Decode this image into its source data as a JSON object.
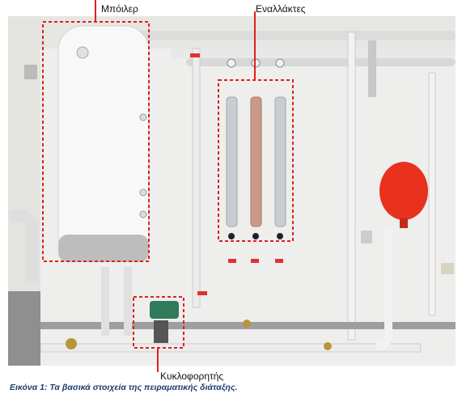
{
  "labels": {
    "boiler": "Μπόιλερ",
    "heat_exchangers": "Εναλλάκτες",
    "pump": "Κυκλοφορητής"
  },
  "caption": "Εικόνα 1: Τα βασικά στοιχεία της πειραματικής διάταξης.",
  "colors": {
    "annotation": "#e02020",
    "caption": "#1f3b6f",
    "boiler_body": "#f7f7f7",
    "expansion_tank": "#e8321e"
  }
}
